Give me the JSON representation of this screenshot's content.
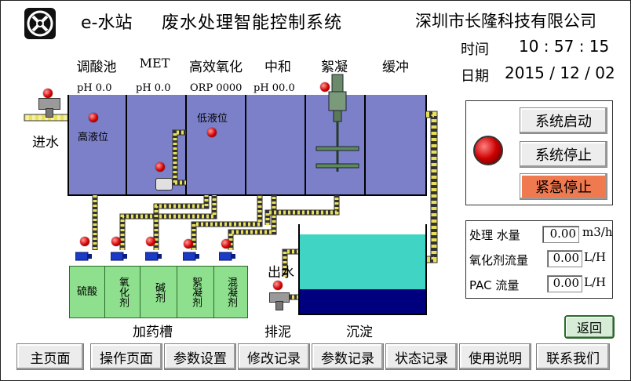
{
  "header": {
    "title_brand": "e-水站",
    "title_system": "废水处理智能控制系统",
    "company": "深圳市长隆科技有限公司",
    "time_label": "时间",
    "time_value": "10 : 57 : 15",
    "date_label": "日期",
    "date_value": "2015 / 12 / 02",
    "logo_icon": "valve-x-logo-icon"
  },
  "tanks": [
    {
      "label": "调酸池",
      "meter": "pH 0.0"
    },
    {
      "label": "MET",
      "meter": "pH 0.0"
    },
    {
      "label": "高效氧化",
      "meter": "ORP 0000"
    },
    {
      "label": "中和",
      "meter": "pH 00.0"
    },
    {
      "label": "絮凝",
      "meter": ""
    },
    {
      "label": "缓冲",
      "meter": ""
    }
  ],
  "level_labels": {
    "high": "高液位",
    "low": "低液位"
  },
  "inlet_label": "进水",
  "outlet_label": "出水",
  "sludge_label": "排泥",
  "settling_label": "沉淀",
  "dosing": {
    "title": "加药槽",
    "cells": [
      "硫酸",
      "氧化剂",
      "碱剂",
      "絮凝剂",
      "混凝剂"
    ]
  },
  "control": {
    "start": "系统启动",
    "stop": "系统停止",
    "emergency": "紧急停止"
  },
  "readouts": [
    {
      "label": "处理 水量",
      "value": "0.00",
      "unit": "m3/h"
    },
    {
      "label": "氧化剂流量",
      "value": "0.00",
      "unit": "L/H"
    },
    {
      "label": "PAC 流量",
      "value": "0.00",
      "unit": "L/H"
    }
  ],
  "back_button": "返回",
  "nav": [
    "主页面",
    "操作页面",
    "参数设置",
    "修改记录",
    "参数记录",
    "状态记录",
    "使用说明",
    "联系我们"
  ],
  "colors": {
    "tank_fill": "#7b80c8",
    "water_cyan": "#3fd4c4",
    "water_navy": "#00007f",
    "dosing_green": "#8ee08e",
    "pipe_yellow": "#e8e05a",
    "lamp_red": "#d40000",
    "emergency_bg": "#f07a50"
  }
}
